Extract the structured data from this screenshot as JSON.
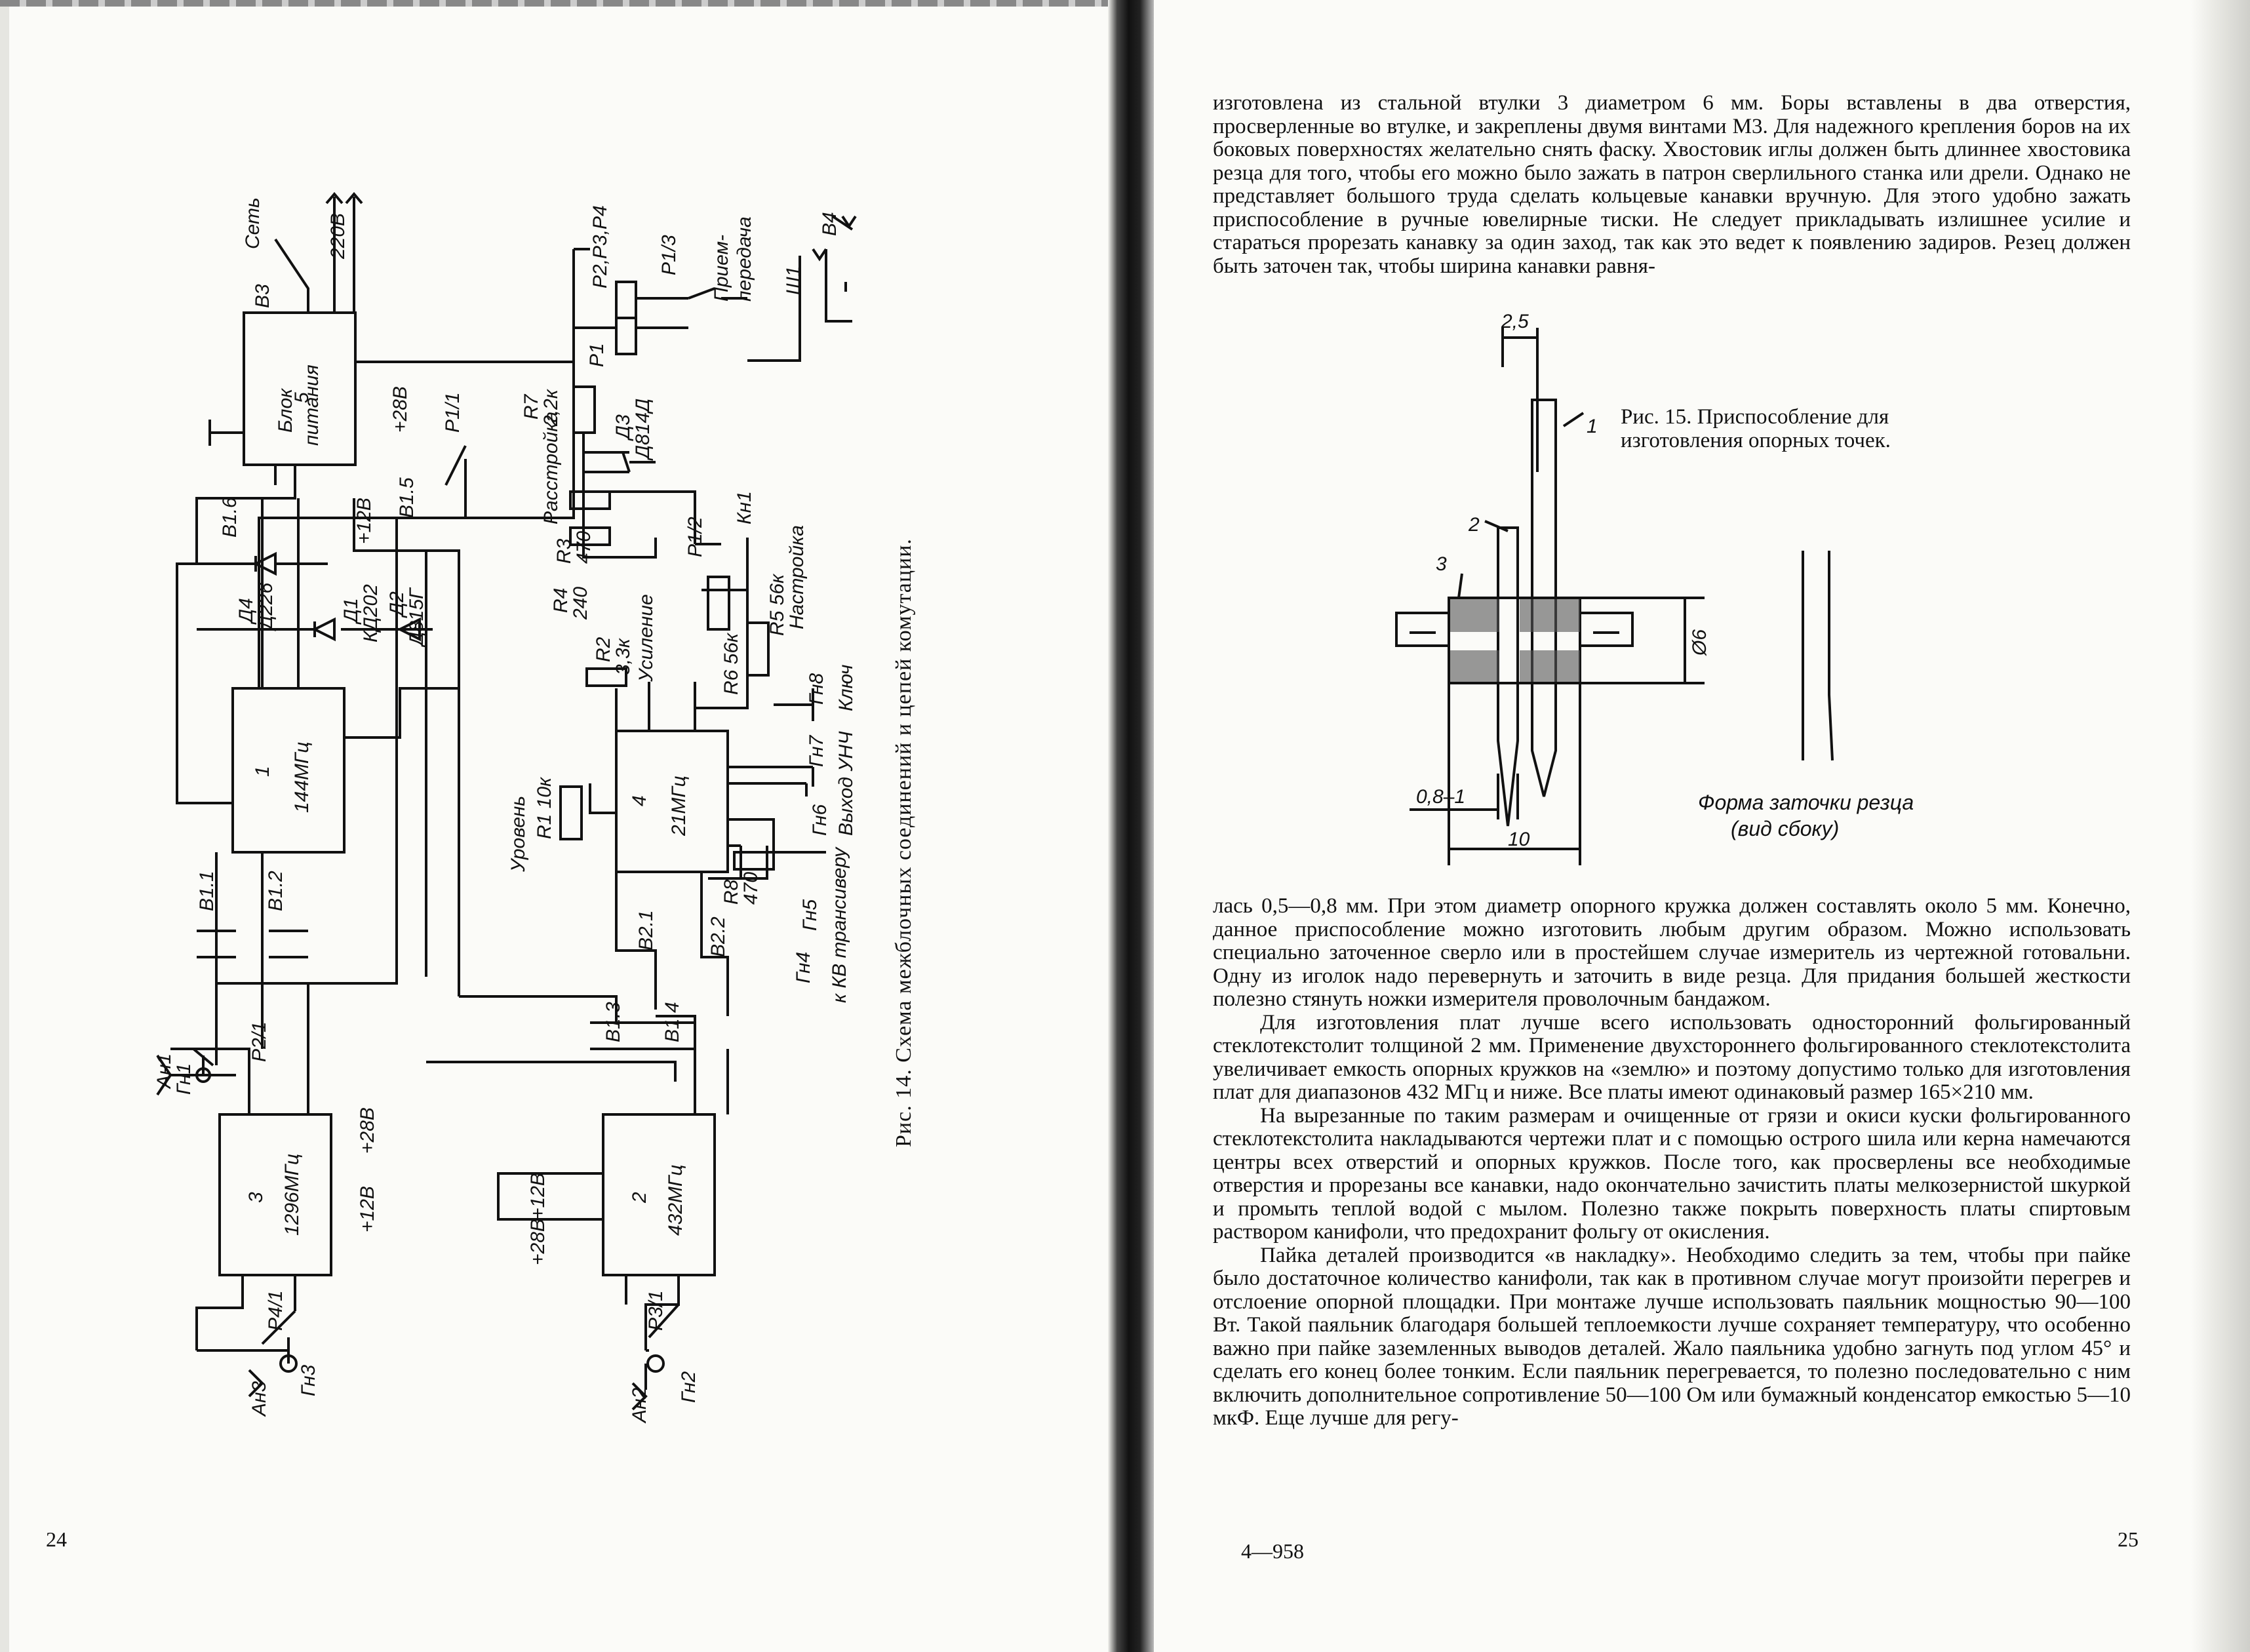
{
  "left_page": {
    "page_number": "24",
    "figure_caption": "Рис. 14. Схема межблочных соединений и цепей комутации.",
    "schematic_labels": {
      "mains": "Сеть",
      "v220": "220В",
      "b3": "В3",
      "psu_num": "5",
      "psu_name": "Блок",
      "psu_name2": "питания",
      "plus28": "+28В",
      "plus12": "+12В",
      "p1_1": "Р1/1",
      "b1_5": "В1.5",
      "b1_6": "В1.6",
      "d4": "Д4",
      "d4v": "Д226",
      "d1": "Д1",
      "d1v": "КД202",
      "d2": "Д2",
      "d2v": "Д815Г",
      "u1_num": "1",
      "u1_freq": "144МГц",
      "u2_num": "2",
      "u2_freq": "432МГц",
      "u3_num": "3",
      "u3_freq": "1296МГц",
      "u4_num": "4",
      "u4_freq": "21МГц",
      "b1_1": "В1.1",
      "b1_2": "В1.2",
      "b1_3": "В1.3",
      "b1_4": "В1.4",
      "b2_1": "В2.1",
      "b2_2": "В2.2",
      "p2_1": "Р2/1",
      "p3_1": "Р3/1",
      "p4_1": "Р4/1",
      "an1": "Ан1",
      "an2": "Ан2",
      "an3": "Ан3",
      "gn1": "Гн1",
      "gn2": "Гн2",
      "gn3": "Гн3",
      "gn4": "Гн4",
      "gn5": "Гн5",
      "gn6": "Гн6",
      "gn7": "Гн7",
      "gn8": "Гн8",
      "to_kv": "к КВ трансиверу",
      "out_unch": "Выход УНЧ",
      "key": "Ключ",
      "level": "Уровень",
      "r1": "R1 10к",
      "r2": "R2",
      "r2v": "3,3к",
      "gain": "Усиление",
      "r3": "R3",
      "r3v": "470",
      "r4": "R4",
      "r4v": "240",
      "detune": "Расстройка",
      "r5": "R5 56к",
      "tune": "Настройка",
      "r6": "R6 56к",
      "r7": "R7",
      "r7v": "2,2к",
      "r8": "R8",
      "r8v": "470",
      "d3": "Д3",
      "d3v": "Д814Д",
      "p1": "Р1",
      "p1_2": "Р1/2",
      "kn1": "Кн1",
      "p2p3p4": "Р2,Р3,Р4",
      "p1_3": "Р1/3",
      "rx": "Прием-",
      "tx": "передача",
      "b4": "В4",
      "sh1": "Ш1"
    }
  },
  "right_page": {
    "page_number": "25",
    "signature": "4—958",
    "paragraph_top": "изготовлена из стальной втулки 3 диаметром 6 мм. Боры вставлены в два отверстия, просверленные во втулке, и закреплены двумя винтами М3. Для надежного крепления боров на их боковых поверхностях желательно снять фаску. Хвостовик иглы должен быть длиннее хвостовика резца для того, чтобы его можно было зажать в патрон сверлильного станка или дрели. Однако не представляет большого труда сделать кольцевые канавки вручную. Для этого удобно зажать приспособление в ручные ювелирные тиски. Не следует прикладывать излишнее усилие и стараться прорезать канавку за один заход, так как это ведет к появлению задиров. Резец должен быть заточен так, чтобы ширина канавки равня-",
    "figure_caption": "Рис. 15. Приспособление для изготовления опорных точек.",
    "figure_labels": {
      "dim_25": "2,5",
      "part1": "1",
      "part2": "2",
      "part3": "3",
      "dia6": "Ø6",
      "dim_08": "0,8–1",
      "dim_10": "10",
      "sharpen1": "Форма заточки резца",
      "sharpen2": "(вид сбоку)"
    },
    "paragraph_1": "лась 0,5—0,8 мм. При этом диаметр опорного кружка должен составлять около 5 мм. Конечно, данное приспособление можно изготовить любым другим образом. Можно использовать специально заточенное сверло или в простейшем случае измеритель из чертежной готовальни. Одну из иголок надо перевернуть и заточить в виде резца. Для придания большей жесткости полезно стянуть ножки измерителя проволочным бандажом.",
    "paragraph_2": "Для изготовления плат лучше всего использовать односторонний фольгированный стеклотекстолит толщиной 2 мм. Применение двухстороннего фольгированного стеклотекстолита увеличивает емкость опорных кружков на «землю» и поэтому допустимо только для изготовления плат для диапазонов 432 МГц и ниже. Все платы имеют одинаковый размер 165×210 мм.",
    "paragraph_3": "На вырезанные по таким размерам и очищенные от грязи и окиси куски фольгированного стеклотекстолита накладываются чертежи плат и с помощью острого шила или керна намечаются центры всех отверстий и опорных кружков. После того, как просверлены все необходимые отверстия и прорезаны все канавки, надо окончательно зачистить платы мелкозернистой шкуркой и промыть теплой водой с мылом. Полезно также покрыть поверхность платы спиртовым раствором канифоли, что предохранит фольгу от окисления.",
    "paragraph_4": "Пайка деталей производится «в накладку». Необходимо следить за тем, чтобы при пайке было достаточное количество канифоли, так как в противном случае могут произойти перегрев и отслоение опорной площадки. При монтаже лучше использовать паяльник мощностью 90—100 Вт. Такой паяльник благодаря большей теплоемкости лучше сохраняет температуру, что особенно важно при пайке заземленных выводов деталей. Жало паяльника удобно загнуть под углом 45° и сделать его конец более тонким. Если паяльник перегревается, то полезно последовательно с ним включить дополнительное сопротивление 50—100 Ом или бумажный конденсатор емкостью 5—10 мкФ. Еще лучше для регу-"
  }
}
